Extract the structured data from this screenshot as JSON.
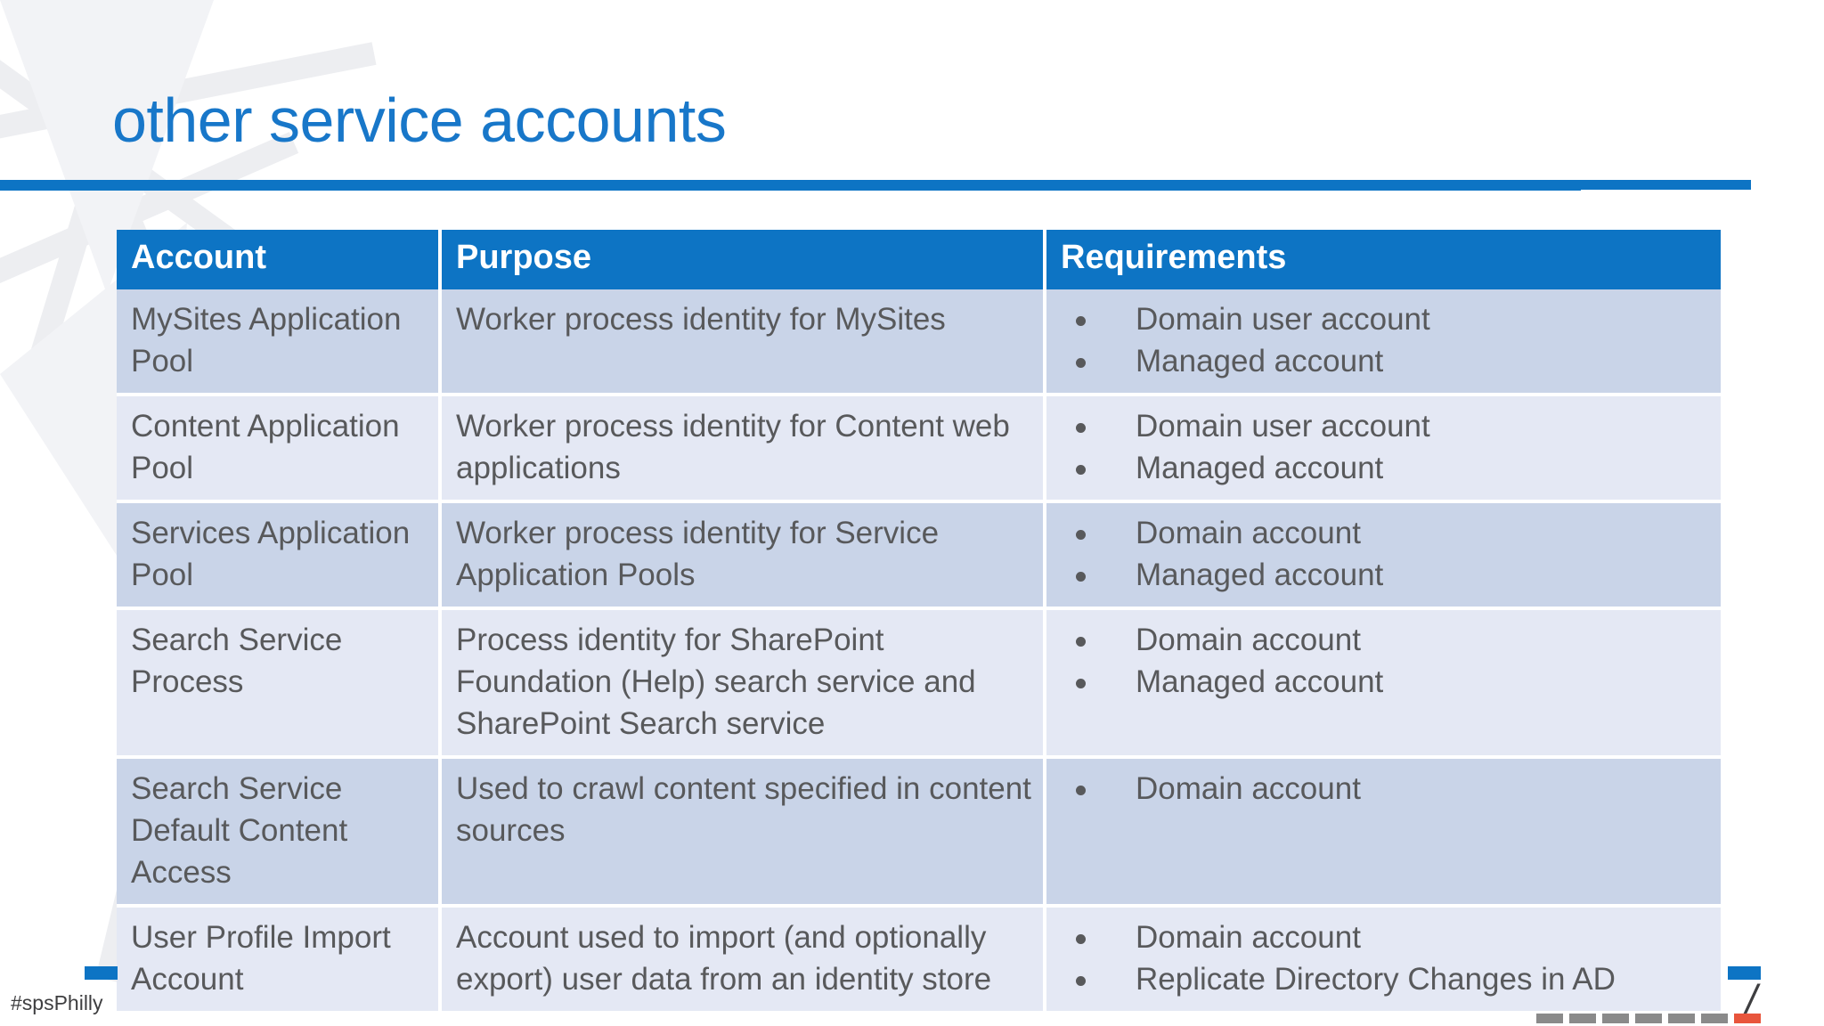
{
  "slide": {
    "title": "other service accounts",
    "accent_color": "#0D74C4",
    "title_color": "#1877C9",
    "header_text_color": "#FFFFFF",
    "body_text_color": "#58595B",
    "row_band_a_color": "#C9D4E8",
    "row_band_b_color": "#E4E8F4"
  },
  "table": {
    "columns": [
      "Account",
      "Purpose",
      "Requirements"
    ],
    "rows": [
      {
        "account": "MySites Application Pool",
        "purpose": "Worker process identity for MySites",
        "requirements": [
          "Domain user account",
          "Managed account"
        ]
      },
      {
        "account": "Content Application Pool",
        "purpose": "Worker process identity for Content web applications",
        "requirements": [
          "Domain user account",
          "Managed account"
        ]
      },
      {
        "account": "Services Application Pool",
        "purpose": "Worker process identity for Service Application Pools",
        "requirements": [
          "Domain account",
          "Managed account"
        ]
      },
      {
        "account": "Search Service Process",
        "purpose": "Process identity for SharePoint Foundation (Help) search service and SharePoint Search service",
        "requirements": [
          "Domain account",
          "Managed account"
        ]
      },
      {
        "account": "Search Service Default Content Access",
        "purpose": "Used to crawl content specified in content sources",
        "requirements": [
          "Domain account"
        ]
      },
      {
        "account": "User Profile Import Account",
        "purpose": "Account used to import (and optionally export) user data from an identity store",
        "requirements": [
          "Domain account",
          "Replicate Directory Changes in AD"
        ]
      }
    ]
  },
  "footer": {
    "hashtag": "#spsPhilly",
    "slash": "/"
  }
}
